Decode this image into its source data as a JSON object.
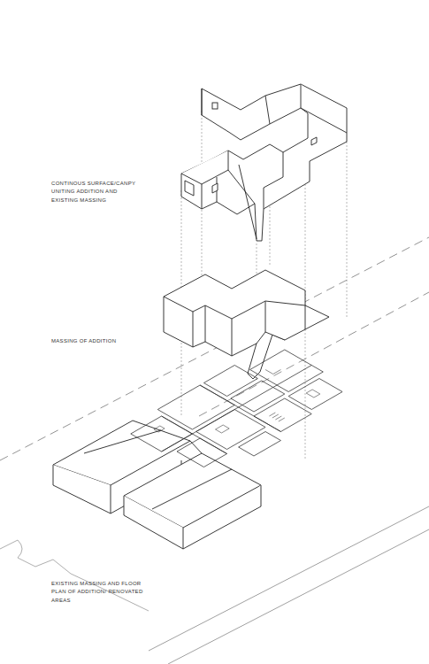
{
  "diagram": {
    "labels": [
      "CONTINOUS SURFACE/CANPY UNITING ADDITION AND EXISTING MASSING",
      "MASSING OF ADDITION",
      "EXISTING MASSING AND FLOOR PLAN OF ADDITION/ RENOVATED AREAS"
    ]
  }
}
